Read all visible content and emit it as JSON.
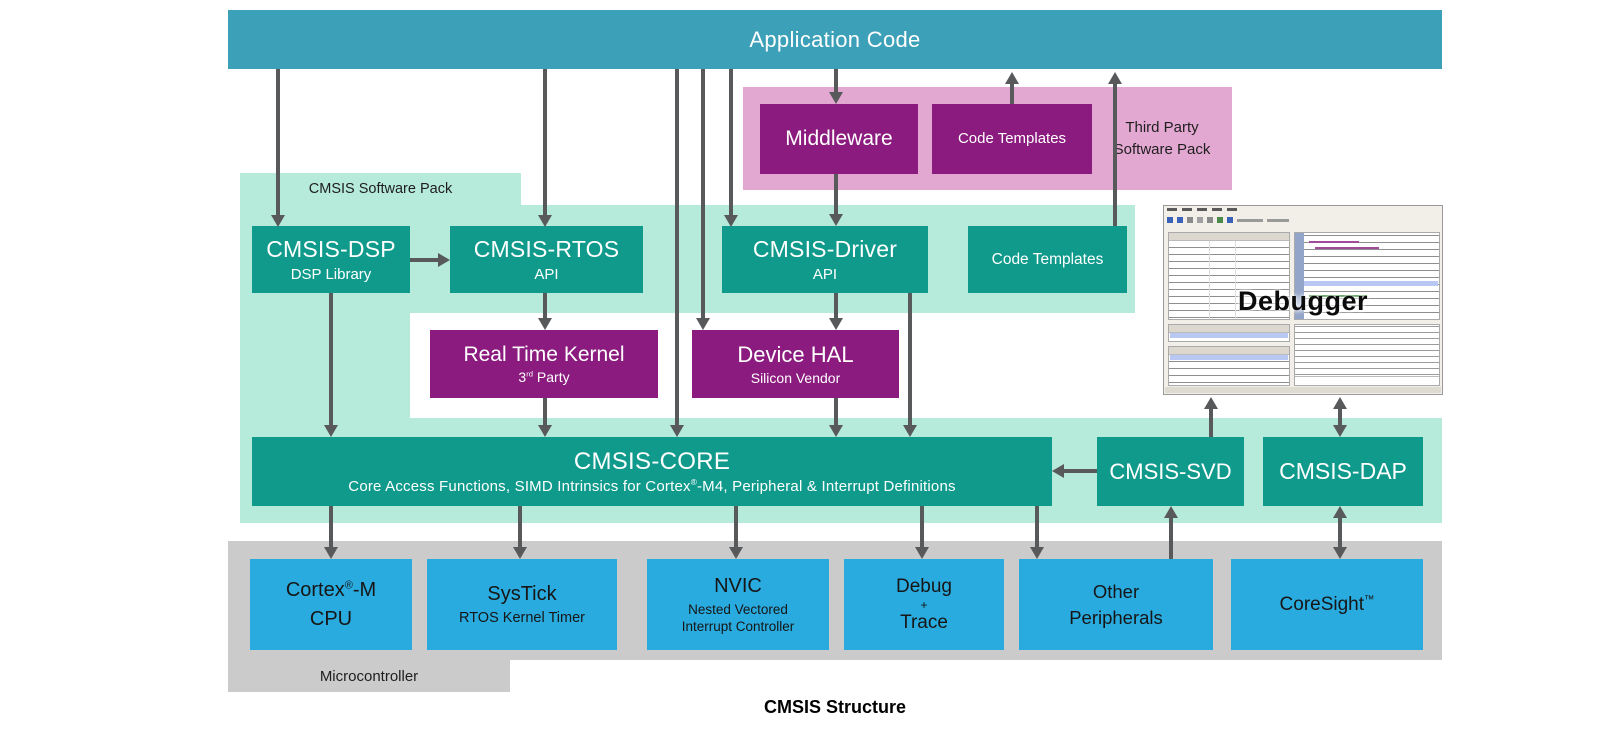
{
  "caption": "CMSIS Structure",
  "application_code": {
    "label": "Application Code"
  },
  "third_party_pack": {
    "label_line1": "Third Party",
    "label_line2": "Software Pack",
    "middleware_label": "Middleware",
    "code_templates_label": "Code Templates"
  },
  "cmsis_pack": {
    "label": "CMSIS Software Pack",
    "dsp_title": "CMSIS-DSP",
    "dsp_subtitle": "DSP Library",
    "rtos_title": "CMSIS-RTOS",
    "rtos_subtitle": "API",
    "driver_title": "CMSIS-Driver",
    "driver_subtitle": "API",
    "code_templates_label": "Code Templates",
    "core_title": "CMSIS-CORE",
    "core_subtitle_pre": "Core Access Functions, SIMD Intrinsics for Cortex",
    "core_subtitle_sup": "®",
    "core_subtitle_post": "-M4, Peripheral & Interrupt Definitions",
    "svd_label": "CMSIS-SVD",
    "dap_label": "CMSIS-DAP"
  },
  "vendor": {
    "rtk_title": "Real Time Kernel",
    "rtk_sub_pre": "3",
    "rtk_sub_sup": "rd",
    "rtk_sub_post": " Party",
    "hal_title": "Device HAL",
    "hal_subtitle": "Silicon Vendor"
  },
  "debugger": {
    "label": "Debugger"
  },
  "microcontroller": {
    "label": "Microcontroller",
    "cpu_line1_pre": "Cortex",
    "cpu_line1_sup": "®",
    "cpu_line1_post": "-M",
    "cpu_line2": "CPU",
    "systick_title": "SysTick",
    "systick_subtitle": "RTOS Kernel Timer",
    "nvic_title": "NVIC",
    "nvic_sub_line1": "Nested Vectored",
    "nvic_sub_line2": "Interrupt Controller",
    "debug_line1": "Debug",
    "debug_line2": "+",
    "debug_line3": "Trace",
    "other_line1": "Other",
    "other_line2": "Peripherals",
    "coresight_title": "CoreSight",
    "coresight_sup": "™"
  },
  "colors": {
    "banner_teal": "#3CA0B8",
    "box_teal": "#0F9A8C",
    "mint_region": "#B6EADB",
    "purple_box": "#8B1B7E",
    "pink_region": "#E3A8D2",
    "blue_box": "#29ABDF",
    "gray_region": "#CBCBCB",
    "arrow_gray": "#58595B"
  }
}
